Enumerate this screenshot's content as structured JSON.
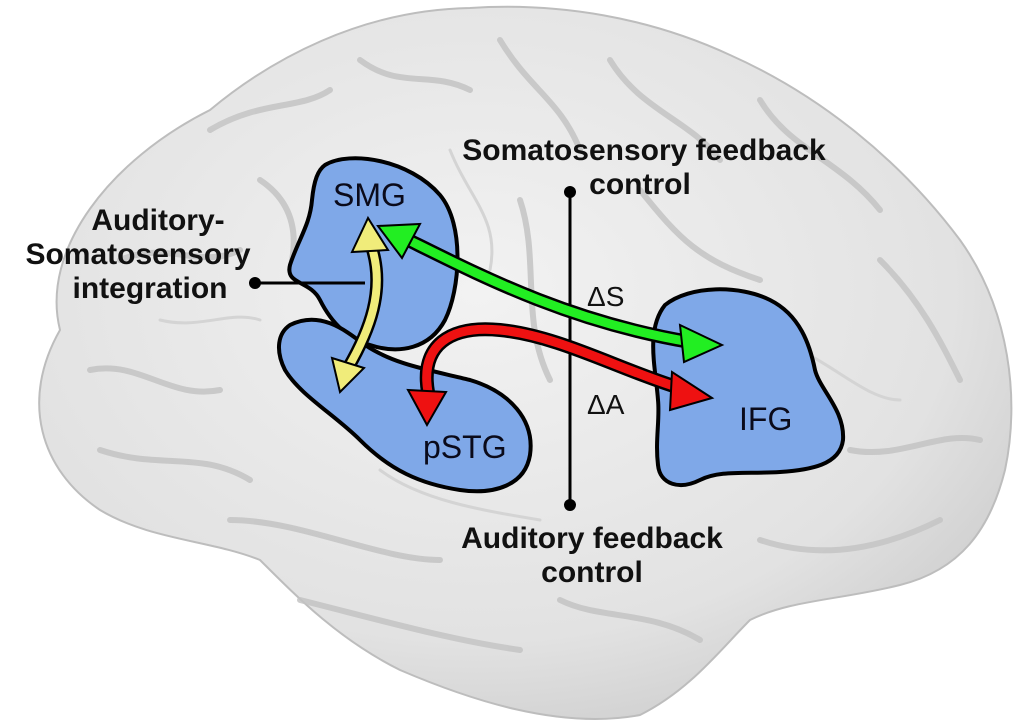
{
  "regions": {
    "smg": "SMG",
    "pstg": "pSTG",
    "ifg": "IFG"
  },
  "labels": {
    "integration": [
      "Auditory-",
      "Somatosensory",
      "integration"
    ],
    "somatosensory": [
      "Somatosensory feedback",
      "control"
    ],
    "auditory": [
      "Auditory feedback",
      "control"
    ]
  },
  "deltas": {
    "s": "ΔS",
    "a": "ΔA"
  },
  "colors": {
    "region_fill": "#7fa8e8",
    "region_stroke": "#000000",
    "arrow_green": "#22ee22",
    "arrow_red": "#ee1111",
    "arrow_yellow": "#f0ec7a",
    "brain": "#e8e8e8"
  }
}
